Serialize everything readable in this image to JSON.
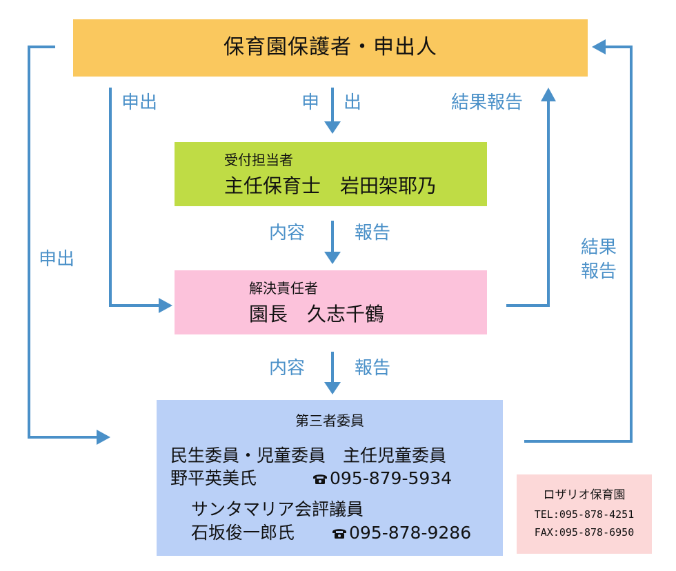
{
  "colors": {
    "arrow": "#4a90c8",
    "top_box": "#fac85e",
    "reception_box": "#bfdc45",
    "resolution_box": "#fcc2db",
    "committee_box": "#bad0f7",
    "contact_box": "#fcd8d8"
  },
  "top": {
    "title": "保育園保護者・申出人"
  },
  "labels": {
    "outer_left": "申出",
    "inner_left": "申出",
    "center_top": [
      "申",
      "出"
    ],
    "inner_right": "結果報告",
    "outer_right": [
      "結果",
      "報告"
    ],
    "center_mid": [
      "内容",
      "報告"
    ],
    "center_bottom": [
      "内容",
      "報告"
    ]
  },
  "reception": {
    "role": "受付担当者",
    "person": "主任保育士　岩田架耶乃"
  },
  "resolution": {
    "role": "解決責任者",
    "person": "園長　久志千鶴"
  },
  "committee": {
    "title": "第三者委員",
    "line1": "民生委員・児童委員　主任児童委員",
    "line2_name": "野平英美氏",
    "line2_phone": "095-879-5934",
    "line3": "サンタマリア会評議員",
    "line4_name": "石坂俊一郎氏",
    "line4_phone": "095-878-9286",
    "phone_icon": "telephone-icon"
  },
  "contact": {
    "name": "ロザリオ保育園",
    "tel": "TEL:095-878-4251",
    "fax": "FAX:095-878-6950"
  }
}
